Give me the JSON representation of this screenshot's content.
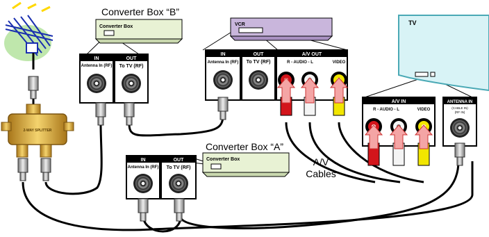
{
  "converter_b": {
    "caption": "Converter Box “B”",
    "box_label": "Converter Box",
    "in_panel": {
      "header": "IN",
      "sub": "Antenna In (RF)"
    },
    "out_panel": {
      "header": "OUT",
      "sub": "To TV (RF)"
    }
  },
  "converter_a": {
    "caption": "Converter Box “A”",
    "box_label": "Converter Box",
    "in_panel": {
      "header": "IN",
      "sub": "Antenna In (RF)"
    },
    "out_panel": {
      "header": "OUT",
      "sub": "To TV (RF)"
    }
  },
  "vcr": {
    "box_label": "VCR",
    "in_panel": {
      "header": "IN",
      "sub": "Antenna In (RF)"
    },
    "out_panel": {
      "header": "OUT",
      "sub": "To TV (RF)"
    },
    "av_out": {
      "header": "A/V OUT",
      "audio": "R - AUDIO - L",
      "video": "VIDEO"
    }
  },
  "tv": {
    "label": "TV",
    "av_in": {
      "header": "A/V IN",
      "audio": "R - AUDIO - L",
      "video": "VIDEO"
    },
    "antenna_in": {
      "header": "ANTENNA IN",
      "sub1": "(CABLE IN)",
      "sub2": "(RF IN)"
    }
  },
  "splitter": {
    "label": "2-WAY SPLITTER"
  },
  "av_cables_label": {
    "line1": "A/V",
    "line2": "Cables"
  },
  "colors": {
    "converter_green": "#e8f2d4",
    "vcr_purple": "#c9b6dc",
    "tv_cyan": "#d8f3f6",
    "rca_red": "#d3151b",
    "rca_white": "#f4f4f4",
    "rca_yellow": "#f2e600",
    "splitter_gold": "#d9a52a"
  }
}
